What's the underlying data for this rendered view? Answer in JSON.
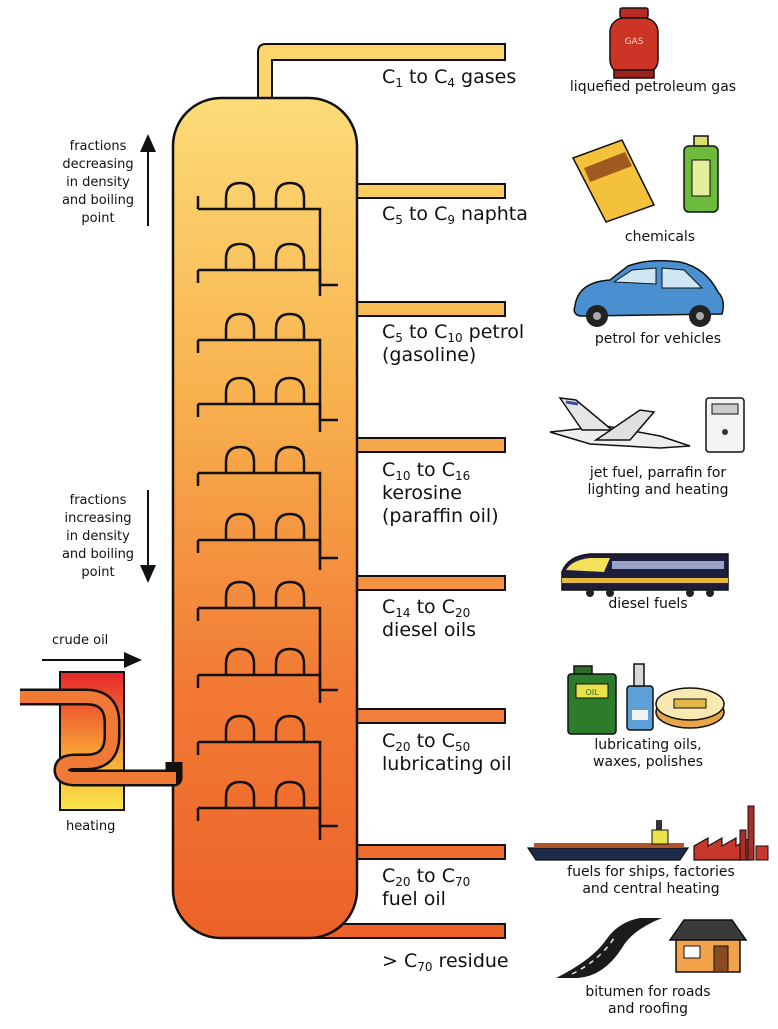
{
  "side_notes": {
    "decreasing": "fractions decreasing in density and boiling point",
    "increasing": "fractions increasing in density and boiling point",
    "crude_oil": "crude oil",
    "heating": "heating"
  },
  "fractions": [
    {
      "c1": "1",
      "mid": " to C",
      "c2": "4",
      "tail": " gases",
      "line2": "",
      "line3": "",
      "use": "liquefied petroleum gas",
      "use2": ""
    },
    {
      "c1": "5",
      "mid": " to C",
      "c2": "9",
      "tail": " naphta",
      "line2": "",
      "line3": "",
      "use": "chemicals",
      "use2": ""
    },
    {
      "c1": "5",
      "mid": " to C",
      "c2": "10",
      "tail": " petrol",
      "line2": "(gasoline)",
      "line3": "",
      "use": "petrol for vehicles",
      "use2": ""
    },
    {
      "c1": "10",
      "mid": " to C",
      "c2": "16",
      "tail": "",
      "line2": "kerosine",
      "line3": "(paraffin oil)",
      "use": "jet fuel, parrafin for",
      "use2": "lighting and heating"
    },
    {
      "c1": "14",
      "mid": " to C",
      "c2": "20",
      "tail": "",
      "line2": "diesel oils",
      "line3": "",
      "use": "diesel fuels",
      "use2": ""
    },
    {
      "c1": "20",
      "mid": " to C",
      "c2": "50",
      "tail": "",
      "line2": "lubricating oil",
      "line3": "",
      "use": "lubricating oils,",
      "use2": "waxes, polishes"
    },
    {
      "c1": "20",
      "mid": " to C",
      "c2": "70",
      "tail": "",
      "line2": "fuel oil",
      "line3": "",
      "use": "fuels for ships, factories",
      "use2": "and central heating"
    },
    {
      "prefix": "> C",
      "c2": "70",
      "tail": " residue",
      "use": "bitumen for roads",
      "use2": "and roofing"
    }
  ],
  "icons": {
    "gas_cylinder_text": "GAS",
    "oil_can_text": "OIL"
  },
  "colors": {
    "column_top": "#fbd66a",
    "column_bottom": "#ee6a2c",
    "pipe": "#f59b45",
    "outline": "#111111"
  }
}
